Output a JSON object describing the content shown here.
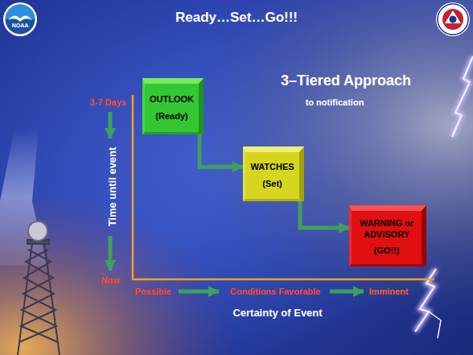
{
  "diagram": {
    "title": "Ready…Set…Go!!!",
    "nodes": [
      {
        "text": [
          "OUTLOOK",
          "(Ready)"
        ]
      },
      {
        "text": [
          "WATCHES",
          "(Set)"
        ]
      },
      {
        "text": [
          "WARNING or ADVISORY",
          "(GO!!)"
        ]
      }
    ],
    "edges": [
      {
        "from": 0,
        "to": 1,
        "arrow": "to"
      },
      {
        "from": 1,
        "to": 2,
        "arrow": "to"
      }
    ],
    "labels": [
      "3–Tiered Approach",
      "to notification",
      "3-7 Days",
      "Time until event",
      "Now",
      "Possible",
      "Conditions Favorable",
      "Imminent",
      "Certainty of Event",
      "NOAA"
    ]
  }
}
